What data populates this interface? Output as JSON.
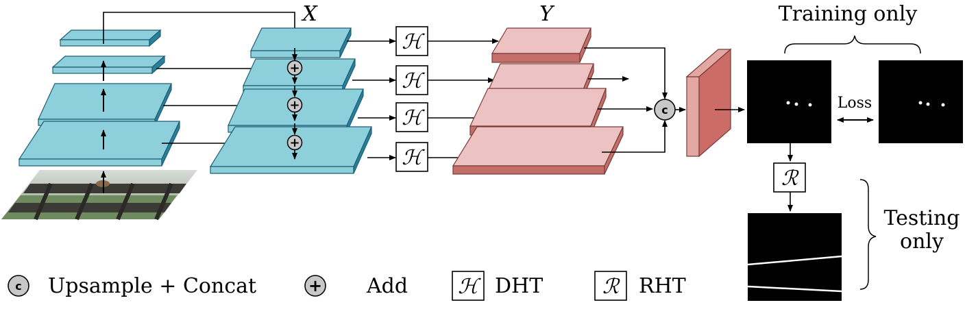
{
  "labels": {
    "x_var": "X",
    "y_var": "Y",
    "training_only": "Training only",
    "loss": "Loss",
    "testing": "Testing",
    "testing_only": "only",
    "concat_symbol": "c",
    "add_symbol": "+",
    "dht_symbol": "ℋ",
    "rht_symbol": "ℛ"
  },
  "legend": {
    "concat_label": "Upsample + Concat",
    "add_label": "Add",
    "dht_label": "DHT",
    "rht_label": "RHT"
  },
  "colors": {
    "blue_face": "#8ecfdc",
    "blue_side": "#2a7f9b",
    "pink_face": "#ecc3c2",
    "pink_side": "#c46e6a",
    "conv_face": "#cc6c66",
    "conv_side": "#e3a7a4",
    "node_fill": "#c8c8c8"
  },
  "images": {
    "input_photo": "street-scene-photo",
    "prediction_map": "predicted-hough-map",
    "ground_truth_map": "ground-truth-hough-map",
    "line_output": "detected-lines-output"
  }
}
